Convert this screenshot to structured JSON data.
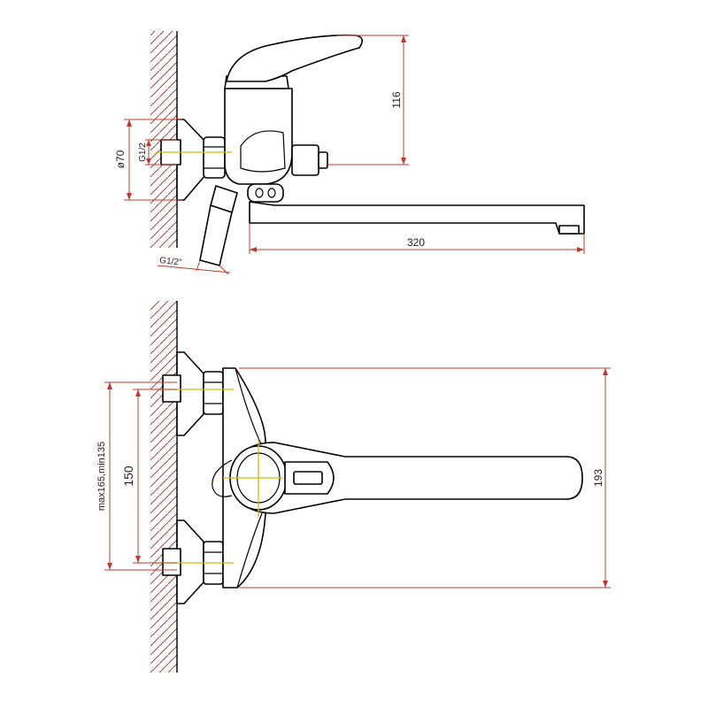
{
  "dimensions": {
    "height_116": "116",
    "diameter_70": "ø70",
    "thread_inlet": "G1/2",
    "thread_hose": "G1/2\"",
    "spout_length": "320",
    "mount_range": "max165,min135",
    "center_distance": "150",
    "total_height": "193"
  },
  "colors": {
    "dimension": "#c0392b",
    "outline": "#000000",
    "axis": "#d4b800"
  }
}
